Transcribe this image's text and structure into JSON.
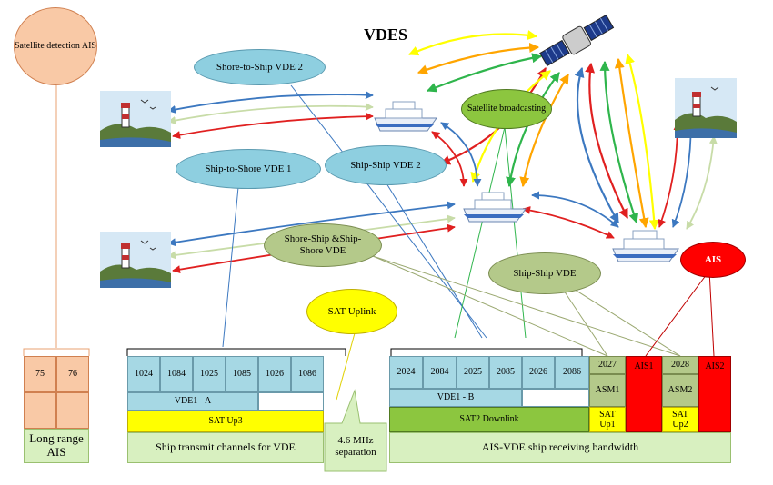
{
  "title": "VDES",
  "ellipses": {
    "sat_detection": "Satellite detection AIS",
    "shore_ship_vde2": "Shore-to-Ship VDE 2",
    "satellite_broadcasting": "Satellite broadcasting",
    "ship_shore_vde1": "Ship-to-Shore VDE 1",
    "ship_ship_vde2": "Ship-Ship VDE 2",
    "shore_ship_ship_shore": "Shore-Ship &Ship-Shore VDE",
    "ship_ship_vde": "Ship-Ship VDE",
    "ais": "AIS",
    "sat_uplink": "SAT Uplink"
  },
  "long_range": {
    "channels": [
      "75",
      "76"
    ],
    "label": "Long range AIS"
  },
  "transmit": {
    "channels": [
      "1024",
      "1084",
      "1025",
      "1085",
      "1026",
      "1086"
    ],
    "vde1_a": "VDE1 - A",
    "sat_up3": "SAT Up3",
    "label": "Ship transmit channels for VDE"
  },
  "separation": "4.6 MHz separation",
  "receive": {
    "channels": [
      "2024",
      "2084",
      "2025",
      "2085",
      "2026",
      "2086"
    ],
    "vde1_b": "VDE1 - B",
    "sat2_downlink": "SAT2 Downlink",
    "ch2027": "2027",
    "asm1": "ASM1",
    "ais1": "AIS1",
    "ch2028": "2028",
    "asm2": "ASM2",
    "ais2": "AIS2",
    "sat_up1": "SAT Up1",
    "sat_up2": "SAT Up2",
    "label": "AIS-VDE ship receiving bandwidth"
  },
  "colors": {
    "blue_ellipse": "#8ecfe0",
    "green_ellipse": "#b4c98a",
    "ais_red": "#ff0000",
    "peach": "#f9c9a6",
    "yellow": "#ffff00",
    "sat_green": "#8cc63f",
    "light_green": "#d8f0c0",
    "table_blue": "#a6d8e4"
  }
}
